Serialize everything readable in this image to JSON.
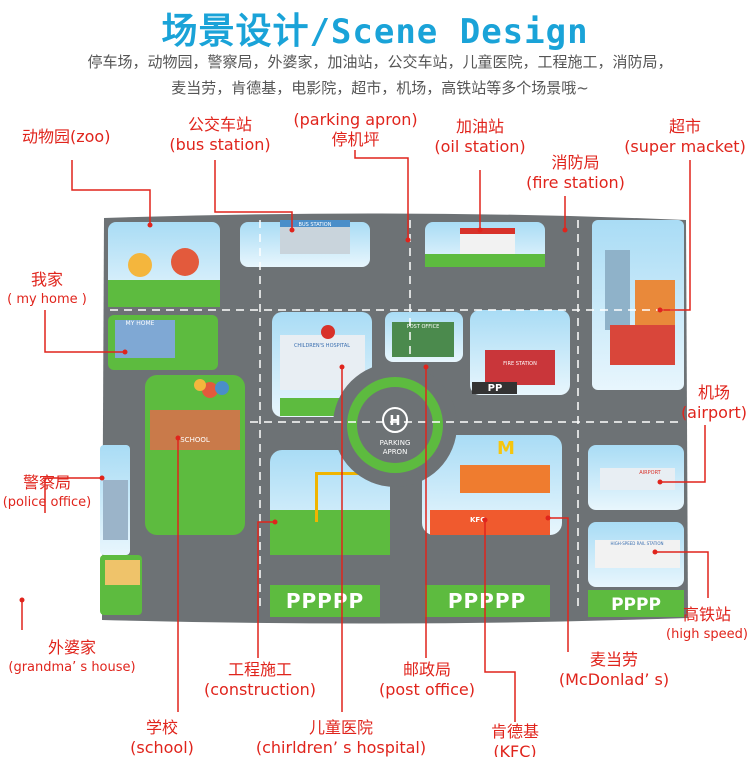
{
  "title": {
    "zh": "场景设计",
    "en": "/Scene Design"
  },
  "subtitle": {
    "line1": "停车场，动物园，警察局，外婆家，加油站，公交车站，儿童医院，工程施工，消防局，",
    "line2": "麦当劳，肯德基，电影院，超市，机场，高铁站等多个场景哦~"
  },
  "labels": {
    "zoo": {
      "zh": "动物园(zoo)"
    },
    "bus": {
      "zh": "公交车站",
      "en": "(bus station)"
    },
    "apron": {
      "en": "(parking apron)",
      "zh": "停机坪"
    },
    "oil": {
      "zh": "加油站",
      "en": "(oil station)"
    },
    "market": {
      "zh": "超市",
      "en": "(super macket)"
    },
    "fire": {
      "zh": "消防局",
      "en": "(fire station)"
    },
    "home": {
      "zh": "我家",
      "en": "( my home )"
    },
    "airport": {
      "zh": "机场",
      "en": "(airport)"
    },
    "police": {
      "zh": "警察局",
      "en": "(police office)"
    },
    "grandma": {
      "zh": "外婆家",
      "en": "(grandma’ s house)"
    },
    "highspeed": {
      "zh": "高铁站",
      "en": "(high speed)"
    },
    "construction": {
      "zh": "工程施工",
      "en": "(construction)"
    },
    "post": {
      "zh": "邮政局",
      "en": "(post office)"
    },
    "mcd": {
      "zh": "麦当劳",
      "en": "(McDonlad’ s)"
    },
    "school": {
      "zh": "学校",
      "en": "(school)"
    },
    "hospital": {
      "zh": "儿童医院",
      "en": "(chirldren’ s hospital)"
    },
    "kfc": {
      "zh": "肯德基",
      "en": "(KFC)"
    }
  },
  "mat": {
    "bus_sign": "BUS STATION",
    "hospital_sign": "CHILDREN'S HOSPITAL",
    "post_sign": "POST OFFICE",
    "home_sign": "MY HOME",
    "school_sign": "SCHOOL",
    "fire_sign": "FIRE STATION",
    "heli": "H",
    "parking_1": "PARKING",
    "parking_2": "APRON",
    "kfc_sign": "KFC",
    "airport_sign": "AIRPORT",
    "rail_sign": "HIGH-SPEED RAIL STATION",
    "parking_row": "PPPPP",
    "parking_row2": "PPPPP",
    "parking_row3": "PPPP",
    "parking_p": "PP"
  },
  "colors": {
    "title": "#1aa3d8",
    "label": "#e0241c",
    "road": "#5a5f63",
    "grass": "#5dbb3f",
    "mat_bg": "#7cc4e6"
  }
}
